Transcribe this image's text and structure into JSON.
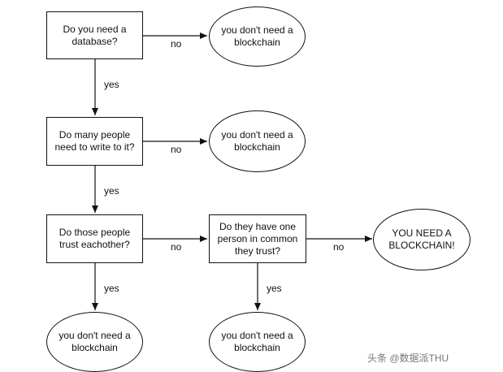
{
  "diagram": {
    "q1": "Do you need a\ndatabase?",
    "q2": "Do many people\nneed to write to it?",
    "q3": "Do those people\ntrust eachother?",
    "q4": "Do they have one\nperson in common\nthey trust?",
    "r1": "you don't need a\nblockchain",
    "r2": "you don't need a\nblockchain",
    "r3": "you don't need a\nblockchain",
    "r4": "you don't need a\nblockchain",
    "r_yes": "YOU NEED A\nBLOCKCHAIN!",
    "edge_no_1": "no",
    "edge_no_2": "no",
    "edge_no_3": "no",
    "edge_no_4": "no",
    "edge_yes_1": "yes",
    "edge_yes_2": "yes",
    "edge_yes_3": "yes",
    "edge_yes_4": "yes"
  },
  "watermark": "头条 @数据派THU"
}
